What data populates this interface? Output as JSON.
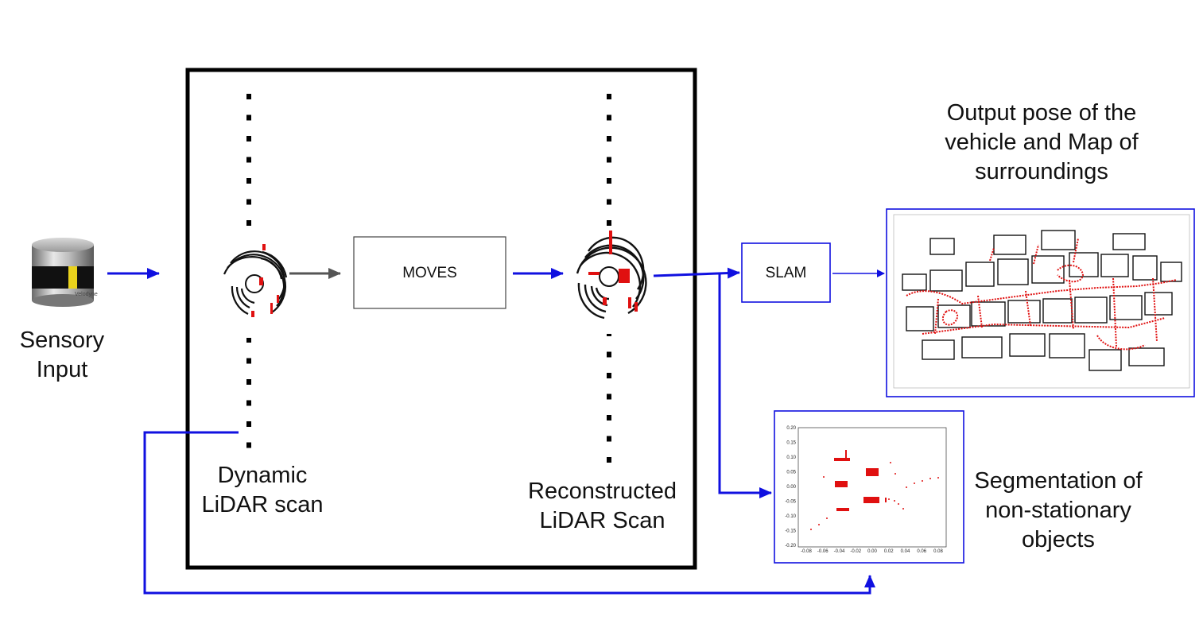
{
  "sensor": {
    "label_line1": "Sensory",
    "label_line2": "Input",
    "brand": "Velodyne"
  },
  "pipeline": {
    "dynamic_scan": {
      "line1": "Dynamic",
      "line2": "LiDAR scan"
    },
    "moves": {
      "label": "MOVES"
    },
    "reconstructed_scan": {
      "line1": "Reconstructed",
      "line2": "LiDAR Scan"
    }
  },
  "slam": {
    "label": "SLAM"
  },
  "map_output": {
    "line1": "Output pose of the",
    "line2": "vehicle and Map of",
    "line3": "surroundings"
  },
  "segmentation": {
    "line1": "Segmentation of",
    "line2": "non-stationary",
    "line3": "objects"
  },
  "segmentation_plot": {
    "y_ticks": [
      "0.20",
      "0.15",
      "0.10",
      "0.05",
      "0.00",
      "-0.05",
      "-0.10",
      "-0.15",
      "-0.20"
    ],
    "x_ticks": [
      "-0.08",
      "-0.06",
      "-0.04",
      "-0.02",
      "0.00",
      "0.02",
      "0.04",
      "0.06",
      "0.08"
    ]
  },
  "colors": {
    "arrow_blue": "#1010e0",
    "arrow_gray": "#555555",
    "highlight_red": "#e01010",
    "frame": "#000000"
  }
}
